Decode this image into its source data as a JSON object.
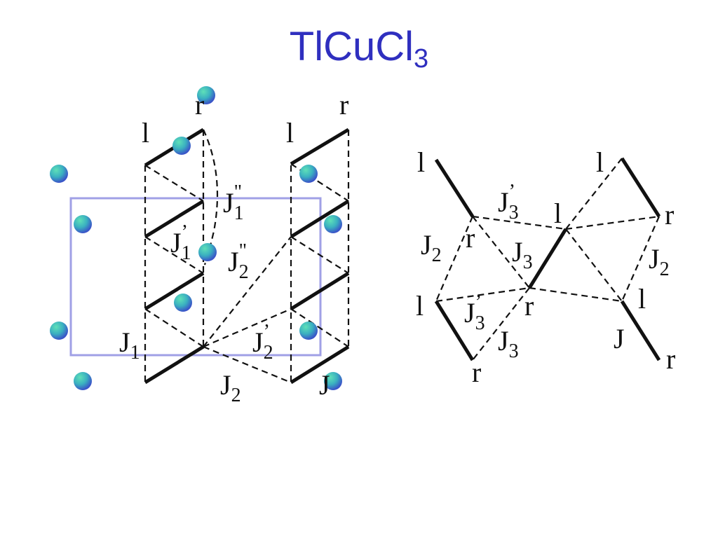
{
  "title": {
    "main": "TlCu",
    "element2": "Cl",
    "subscript": "3"
  },
  "left_labels": {
    "top_r1": "r",
    "top_r2": "r",
    "top_l1": "l",
    "top_l2": "l",
    "J1pp": "J",
    "J1pp_sub": "1",
    "J1pp_sup": "\"",
    "J1p": "J",
    "J1p_sub": "1",
    "J1p_sup": "’",
    "J2pp": "J",
    "J2pp_sub": "2",
    "J2pp_sup": "\"",
    "J1": "J",
    "J1_sub": "1",
    "J2p": "J",
    "J2p_sub": "2",
    "J2p_sup": "’",
    "J2": "J",
    "J2_sub": "2",
    "Jbottom": "J"
  },
  "right_labels": {
    "l_topleft": "l",
    "l_topright": "l",
    "l_center": "l",
    "r_right": "r",
    "r_left": "r",
    "r_center": "r",
    "l_left": "l",
    "l_right": "l",
    "r_bottom": "r",
    "r_bottomright": "r",
    "J3p_top": "J",
    "J3p_top_sub": "3",
    "J3p_top_sup": "’",
    "J2_left": "J",
    "J2_left_sub": "2",
    "J3_top": "J",
    "J3_top_sub": "3",
    "J2_right": "J",
    "J2_right_sub": "2",
    "J3p_bottom": "J",
    "J3p_bottom_sub": "3",
    "J3p_bottom_sup": "’",
    "J3_bottom": "J",
    "J3_bottom_sub": "3",
    "J_right": "J"
  },
  "colors": {
    "title": "#2f2fbf",
    "unit_cell": "#a0a0e6",
    "atom_light": "#5fe0b8",
    "atom_dark": "#3a54c8"
  }
}
